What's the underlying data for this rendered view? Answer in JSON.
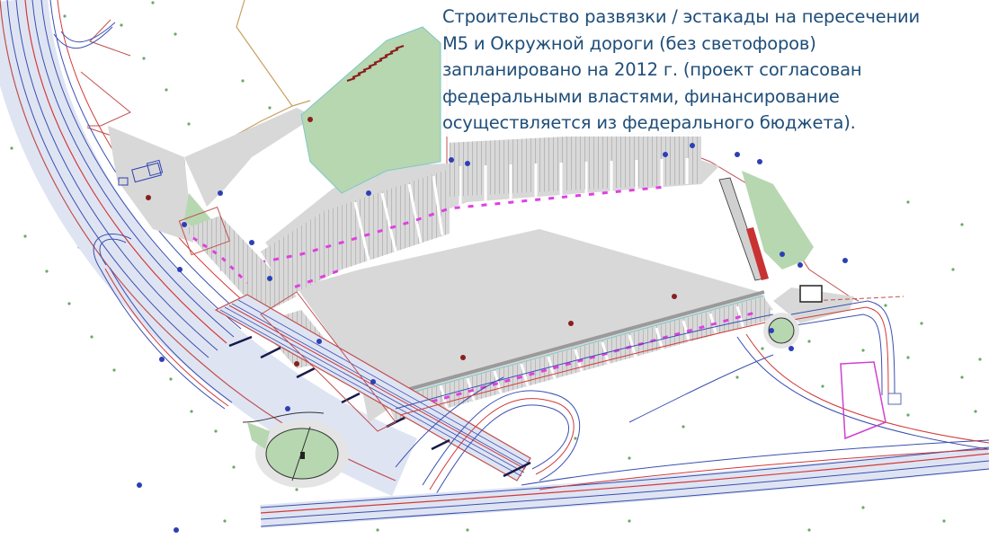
{
  "caption": {
    "lines": [
      "Строительство развязки / эстакады на пересечении",
      "М5 и Окружной дороги (без светофоров)",
      "запланировано на 2012 г. (проект согласован",
      "федеральными властями, финансирование",
      "осуществляется из федерального бюджета)."
    ],
    "color": "#1f4e79"
  },
  "plan": {
    "colors": {
      "road_edge": "#3a4fb0",
      "road_fill": "#dfe4f3",
      "axis_red": "#d23a3a",
      "boundary": "#c0504d",
      "property_line": "#c8a060",
      "paving": "#d8d8d8",
      "curb": "#9a9a9a",
      "lawn": "#a9cfa0",
      "parking_marker": "#e040e0",
      "site_outline": "#d040d0",
      "tree_dot": "#4a9a4a"
    },
    "features": [
      "highway-m5",
      "ring-road",
      "overpass",
      "cloverleaf-loop",
      "roundabout-west",
      "roundabout-east",
      "parking-lot-north",
      "parking-lot-south",
      "parking-lot-west",
      "green-area-north",
      "green-area-east",
      "reserved-site"
    ]
  }
}
